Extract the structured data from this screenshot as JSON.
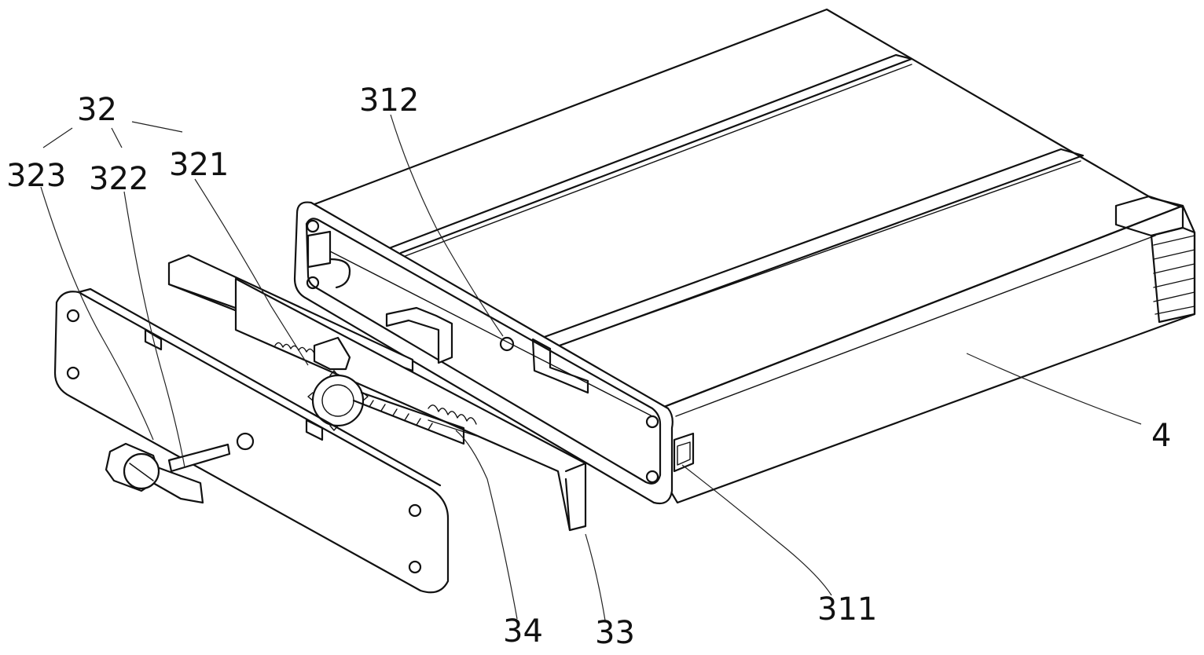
{
  "labels": {
    "l32": "32",
    "l323": "323",
    "l322": "322",
    "l321": "321",
    "l312": "312",
    "l4": "4",
    "l311": "311",
    "l34": "34",
    "l33": "33"
  },
  "colors": {
    "line": "#111111",
    "background": "#ffffff"
  }
}
